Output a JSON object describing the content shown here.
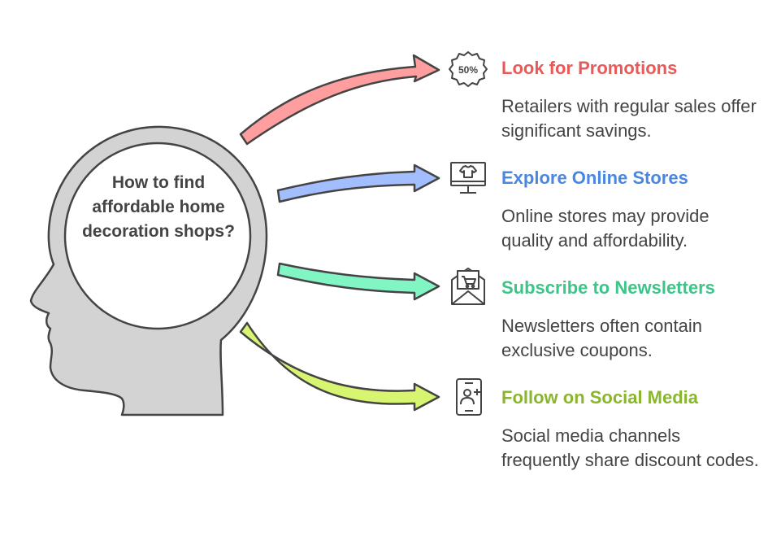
{
  "center": {
    "question": "How to find affordable home decoration shops?"
  },
  "colors": {
    "head_fill": "#d3d3d3",
    "outline": "#444444",
    "text": "#444444"
  },
  "items": [
    {
      "title": "Look for Promotions",
      "description": "Retailers with regular sales offer significant savings.",
      "color": "#e85a5a",
      "arrow_color": "#ff9e9e",
      "icon": "discount-tag-icon",
      "icon_text": "50%"
    },
    {
      "title": "Explore Online Stores",
      "description": "Online stores may provide quality and affordability.",
      "color": "#4a87e0",
      "arrow_color": "#a2beff",
      "icon": "monitor-shirt-icon"
    },
    {
      "title": "Subscribe to Newsletters",
      "description": "Newsletters often contain exclusive coupons.",
      "color": "#3cc489",
      "arrow_color": "#82f5c4",
      "icon": "envelope-cart-icon"
    },
    {
      "title": "Follow on Social Media",
      "description": "Social media channels frequently share discount codes.",
      "color": "#8ab62e",
      "arrow_color": "#d8f572",
      "icon": "phone-add-user-icon"
    }
  ]
}
